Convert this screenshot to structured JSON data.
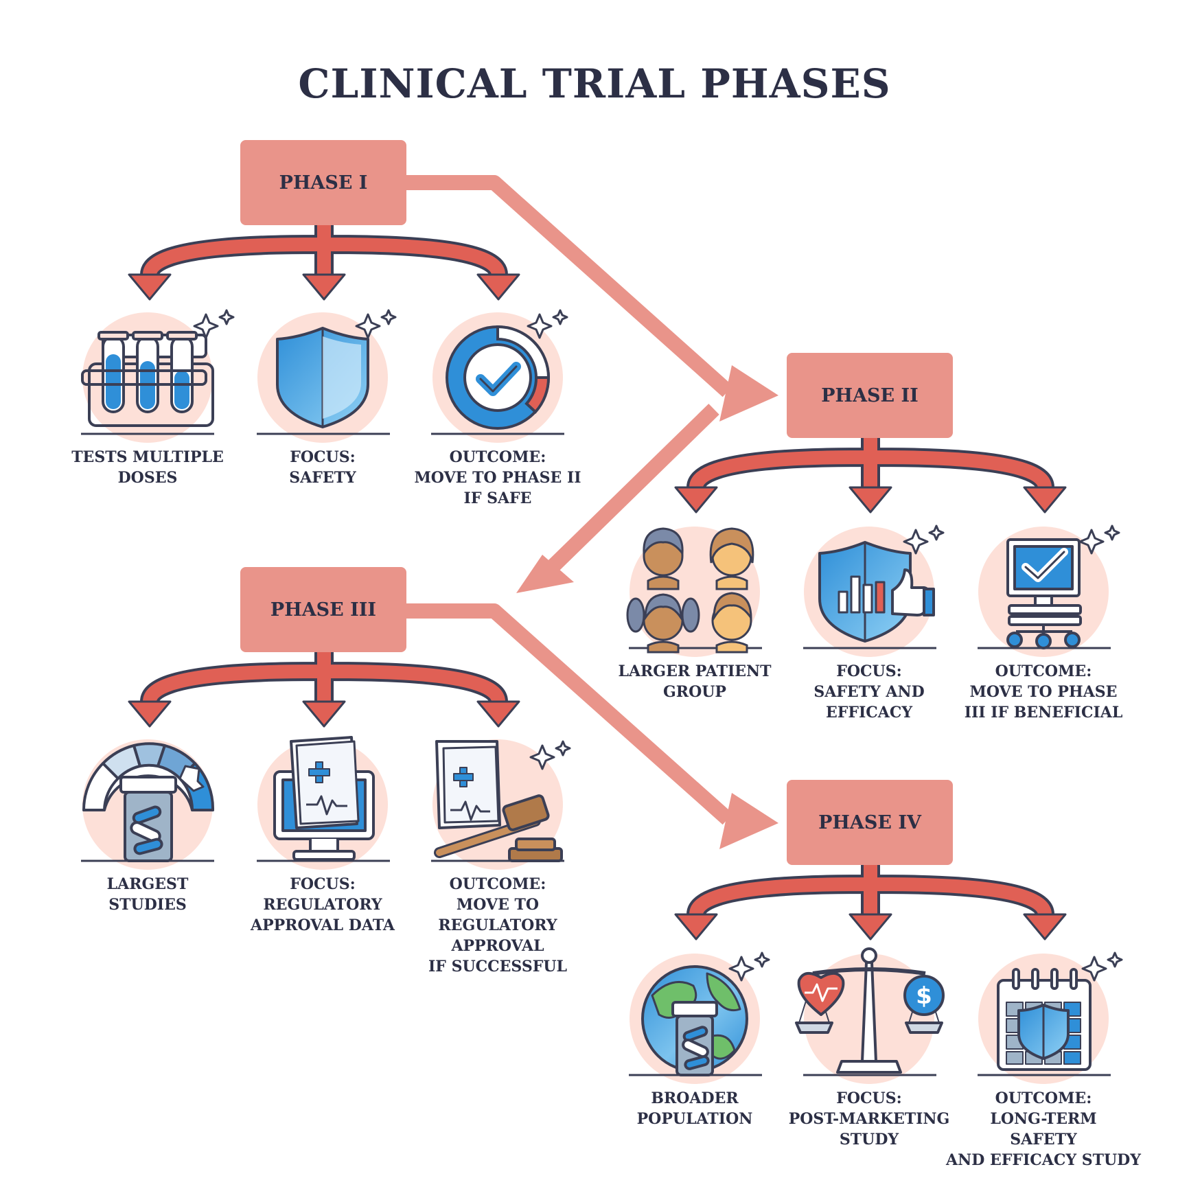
{
  "title": "CLINICAL TRIAL PHASES",
  "colors": {
    "box": "#e9948a",
    "connector": "#e9948a",
    "branch_arrow": "#e06055",
    "disc": "#fde0d8",
    "text": "#2c2f45",
    "blue": "#2f8fd8",
    "outline": "#3b3f55"
  },
  "phases": [
    {
      "label": "PHASE I",
      "items": [
        {
          "icon": "test-tubes-icon",
          "caption": "TESTS MULTIPLE\nDOSES"
        },
        {
          "icon": "shield-icon",
          "caption": "FOCUS:\nSAFETY"
        },
        {
          "icon": "checkmark-circle-icon",
          "caption": "OUTCOME:\nMOVE TO PHASE II\nIF SAFE"
        }
      ]
    },
    {
      "label": "PHASE II",
      "items": [
        {
          "icon": "patient-group-icon",
          "caption": "LARGER PATIENT\nGROUP"
        },
        {
          "icon": "shield-chart-thumbs-up-icon",
          "caption": "FOCUS:\nSAFETY AND\nEFFICACY"
        },
        {
          "icon": "monitor-checkmark-icon",
          "caption": "OUTCOME:\nMOVE TO PHASE\nIII IF BENEFICIAL"
        }
      ]
    },
    {
      "label": "PHASE III",
      "items": [
        {
          "icon": "pill-jar-gauge-icon",
          "caption": "LARGEST\nSTUDIES"
        },
        {
          "icon": "medical-document-monitor-icon",
          "caption": "FOCUS:\nREGULATORY\nAPPROVAL DATA"
        },
        {
          "icon": "document-gavel-icon",
          "caption": "OUTCOME:\nMOVE TO\nREGULATORY\nAPPROVAL\nIF SUCCESSFUL"
        }
      ]
    },
    {
      "label": "PHASE IV",
      "items": [
        {
          "icon": "globe-pill-jar-icon",
          "caption": "BROADER\nPOPULATION"
        },
        {
          "icon": "balance-scale-heart-dollar-icon",
          "caption": "FOCUS:\nPOST-MARKETING\nSTUDY"
        },
        {
          "icon": "calendar-shield-icon",
          "caption": "OUTCOME:\nLONG-TERM\nSAFETY\nAND EFFICACY STUDY"
        }
      ]
    }
  ]
}
